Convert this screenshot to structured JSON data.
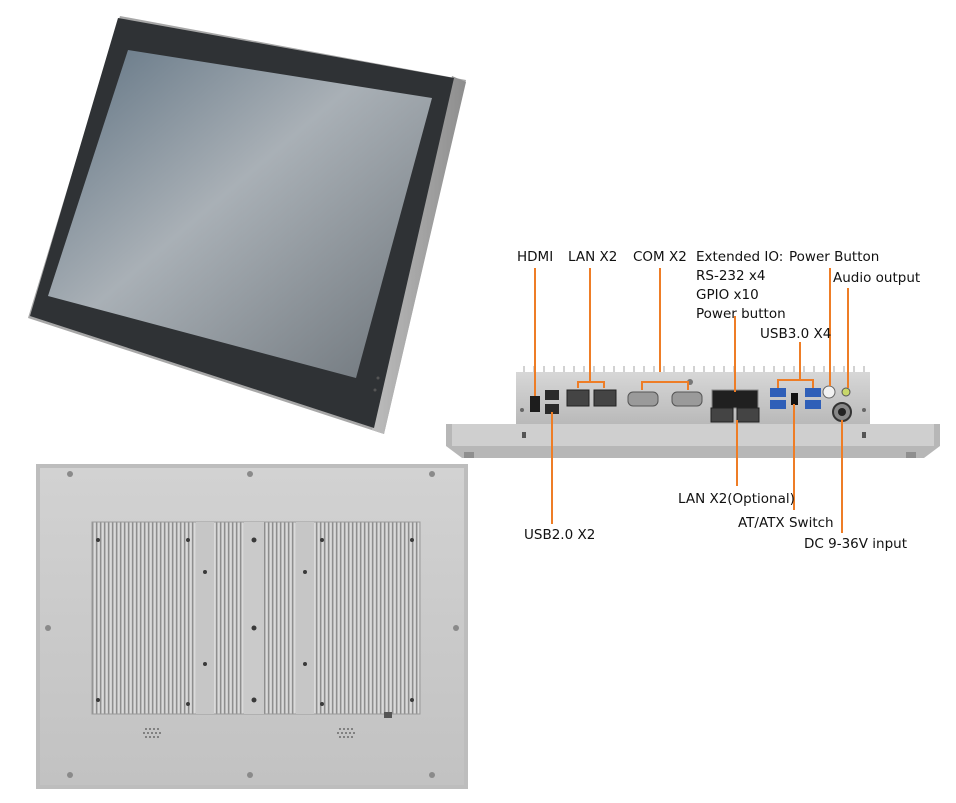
{
  "callouts": {
    "hdmi": "HDMI",
    "lan_x2": "LAN X2",
    "com_x2": "COM X2",
    "extended_io": {
      "title": "Extended IO:",
      "items": [
        "RS-232 x4",
        "GPIO x10",
        "Power button"
      ]
    },
    "power_button": "Power Button",
    "audio_output": "Audio output",
    "usb30_x4": "USB3.0 X4",
    "usb20_x2": "USB2.0 X2",
    "lan_x2_optional": "LAN X2(Optional)",
    "at_atx_switch": "AT/ATX Switch",
    "dc_input": "DC 9-36V input"
  },
  "colors": {
    "leader_line": "#ee7d26",
    "label_text": "#111111",
    "chassis_silver": "#c9c9c9",
    "screen_dark": "#2e3134",
    "usb3_blue": "#2f5fb8"
  }
}
